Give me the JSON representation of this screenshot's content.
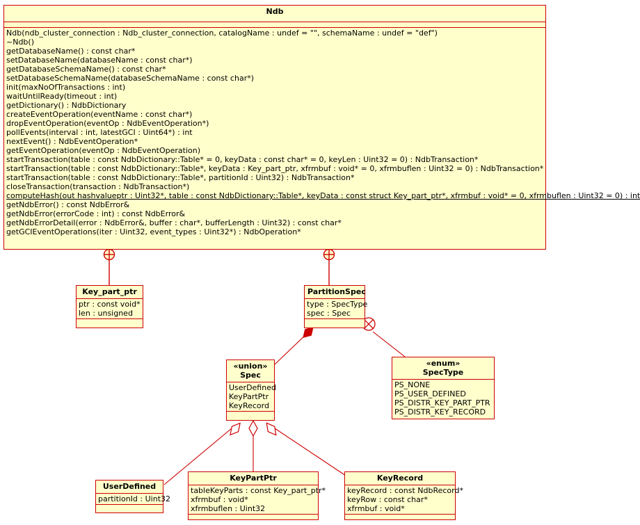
{
  "diagram": {
    "type": "uml-class-diagram",
    "colors": {
      "box_fill": "#ffffcc",
      "box_border": "#cc0000",
      "edge": "#cc0000",
      "text": "#000000",
      "background": "#ffffff"
    },
    "classes": {
      "ndb": {
        "name": "Ndb",
        "attributes": [],
        "operations": [
          {
            "text": "Ndb(ndb_cluster_connection : Ndb_cluster_connection, catalogName : undef = \"\", schemaName : undef = \"def\")",
            "static": false
          },
          {
            "text": "~Ndb()",
            "static": false
          },
          {
            "text": "getDatabaseName() : const char*",
            "static": false
          },
          {
            "text": "setDatabaseName(databaseName : const char*)",
            "static": false
          },
          {
            "text": "getDatabaseSchemaName() : const char*",
            "static": false
          },
          {
            "text": "setDatabaseSchemaName(databaseSchemaName : const char*)",
            "static": false
          },
          {
            "text": "init(maxNoOfTransactions : int)",
            "static": false
          },
          {
            "text": "waitUntilReady(timeout : int)",
            "static": false
          },
          {
            "text": "getDictionary() : NdbDictionary",
            "static": false
          },
          {
            "text": "createEventOperation(eventName : const char*)",
            "static": false
          },
          {
            "text": "dropEventOperation(eventOp : NdbEventOperation*)",
            "static": false
          },
          {
            "text": "pollEvents(interval : int, latestGCI : Uint64*) : int",
            "static": false
          },
          {
            "text": "nextEvent() : NdbEventOperation*",
            "static": false
          },
          {
            "text": "getEventOperation(eventOp : NdbEventOperation)",
            "static": false
          },
          {
            "text": "startTransaction(table : const NdbDictionary::Table* = 0, keyData : const char* = 0, keyLen : Uint32 = 0) : NdbTransaction*",
            "static": false
          },
          {
            "text": "startTransaction(table : const NdbDictionary::Table*, keyData : Key_part_ptr, xfrmbuf : void* = 0, xfrmbuflen : Uint32 = 0) : NdbTransaction*",
            "static": false
          },
          {
            "text": "startTransaction(table : const NdbDictionary::Table*, partitionId : Uint32) : NdbTransaction*",
            "static": false
          },
          {
            "text": "closeTransaction(transaction : NdbTransaction*)",
            "static": false
          },
          {
            "text": "computeHash(out hashvalueptr : Uint32*, table : const NdbDictionary::Table*, keyData : const struct Key_part_ptr*, xfrmbuf : void* = 0, xfrmbuflen : Uint32 = 0) : int",
            "static": true
          },
          {
            "text": "getNdbError() : const NdbError&",
            "static": false
          },
          {
            "text": "getNdbError(errorCode : int) : const NdbError&",
            "static": false
          },
          {
            "text": "getNdbErrorDetail(error : NdbError&, buffer : char*, bufferLength : Uint32) : const char*",
            "static": false
          },
          {
            "text": "getGCIEventOperations(iter : Uint32, event_types : Uint32*) : NdbOperation*",
            "static": false
          }
        ]
      },
      "key_part_ptr": {
        "name": "Key_part_ptr",
        "attributes": [
          "ptr : const void*",
          "len : unsigned"
        ],
        "operations": []
      },
      "partition_spec": {
        "name": "PartitionSpec",
        "attributes": [
          "type : SpecType",
          "spec : Spec"
        ],
        "operations": []
      },
      "spec": {
        "stereotype": "«union»",
        "name": "Spec",
        "attributes": [
          "UserDefined",
          "KeyPartPtr",
          "KeyRecord"
        ],
        "operations": []
      },
      "spec_type": {
        "stereotype": "«enum»",
        "name": "SpecType",
        "attributes": [
          "PS_NONE",
          "PS_USER_DEFINED",
          "PS_DISTR_KEY_PART_PTR",
          "PS_DISTR_KEY_RECORD"
        ],
        "operations": []
      },
      "user_defined": {
        "name": "UserDefined",
        "attributes": [
          "partitionId : Uint32"
        ],
        "operations": []
      },
      "key_part_ptr_struct": {
        "name": "KeyPartPtr",
        "attributes": [
          "tableKeyParts : const Key_part_ptr*",
          "xfrmbuf : void*",
          "xfrmbuflen : Uint32"
        ],
        "operations": []
      },
      "key_record": {
        "name": "KeyRecord",
        "attributes": [
          "keyRecord : const NdbRecord*",
          "keyRow : const char*",
          "xfrmbuf : void*"
        ],
        "operations": []
      }
    },
    "relationships": [
      {
        "name": "ndb-contains-key-part-ptr",
        "from": "ndb",
        "to": "key_part_ptr",
        "kind": "nested-containment",
        "marker": "circle-plus"
      },
      {
        "name": "ndb-contains-partition-spec",
        "from": "ndb",
        "to": "partition_spec",
        "kind": "nested-containment",
        "marker": "circle-plus"
      },
      {
        "name": "partition-spec-composes-spec",
        "from": "partition_spec",
        "to": "spec",
        "kind": "composition",
        "marker": "filled-diamond"
      },
      {
        "name": "partition-spec-uses-spec-type",
        "from": "partition_spec",
        "to": "spec_type",
        "kind": "usage",
        "marker": "circle-cross"
      },
      {
        "name": "spec-aggregates-user-defined",
        "from": "spec",
        "to": "user_defined",
        "kind": "aggregation",
        "marker": "hollow-diamond"
      },
      {
        "name": "spec-aggregates-key-part-ptr",
        "from": "spec",
        "to": "key_part_ptr_struct",
        "kind": "aggregation",
        "marker": "hollow-diamond"
      },
      {
        "name": "spec-aggregates-key-record",
        "from": "spec",
        "to": "key_record",
        "kind": "aggregation",
        "marker": "hollow-diamond"
      }
    ]
  }
}
